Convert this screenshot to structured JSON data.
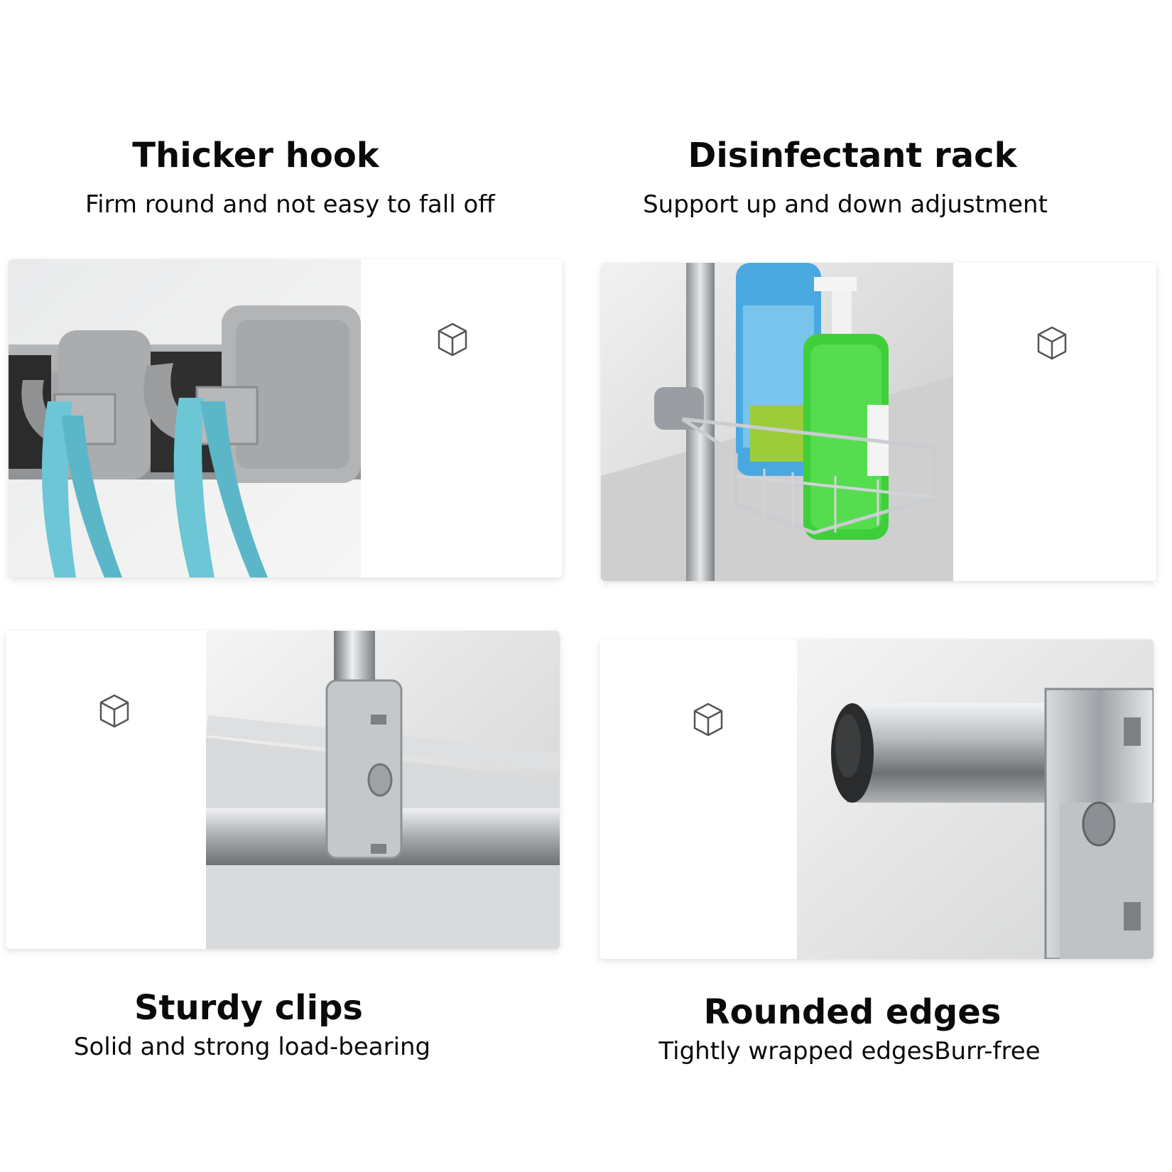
{
  "features": [
    {
      "title": "Thicker hook",
      "subtitle": "Firm round and not easy to fall off",
      "image": "hook-photo",
      "icon": "cube-icon"
    },
    {
      "title": "Disinfectant rack",
      "subtitle": "Support up and down adjustment",
      "image": "basket-photo",
      "icon": "cube-icon"
    },
    {
      "title": "Sturdy clips",
      "subtitle": "Solid and strong load-bearing",
      "image": "clip-photo",
      "icon": "cube-icon"
    },
    {
      "title": "Rounded edges",
      "subtitle": "Tightly wrapped edgesBurr-free",
      "image": "rounded-edge-photo",
      "icon": "cube-icon"
    }
  ],
  "colors": {
    "title_text": "#0a0a0a",
    "card_bg": "#ffffff",
    "hook_gray": "#9a9c9e",
    "towel_blue": "#6cc6d6",
    "soap_green": "#3fcf3a",
    "steel": "#b8bcc0"
  }
}
